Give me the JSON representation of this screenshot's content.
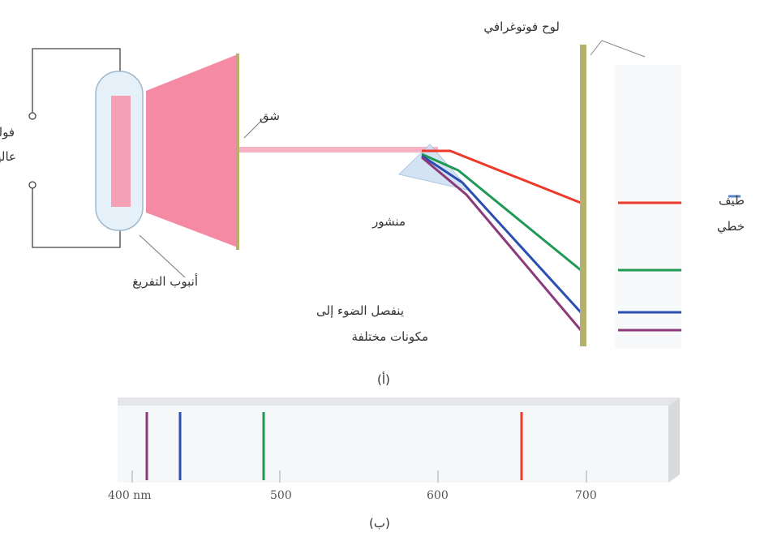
{
  "labels": {
    "high_voltage_line1": "فولتية",
    "high_voltage_line2": "عالية",
    "slit": "شق",
    "photographic_plate": "لوح فوتوغرافي",
    "prism": "منشور",
    "discharge_tube": "أنبوب التفريغ",
    "light_separates_line1": "ينفصل الضوء إلى",
    "light_separates_line2": "مكونات مختلفة",
    "line_spectrum_line1": "طيف",
    "line_spectrum_line2": "خطي",
    "part_a": "(أ)",
    "part_b": "(ب)"
  },
  "scale": {
    "ticks": [
      "400 nm",
      "500",
      "600",
      "700"
    ]
  },
  "spectral_lines": [
    {
      "color": "#8b3a7a",
      "name": "violet"
    },
    {
      "color": "#2a4fb0",
      "name": "blue"
    },
    {
      "color": "#1f9a55",
      "name": "green"
    },
    {
      "color": "#ee3a2a",
      "name": "red"
    }
  ],
  "colors": {
    "tube_pink": "#f5a0b5",
    "cone_pink": "#f48aa4",
    "beam_pink": "#f7b3c4",
    "plate": "#b5b06e",
    "wire": "#444444"
  }
}
